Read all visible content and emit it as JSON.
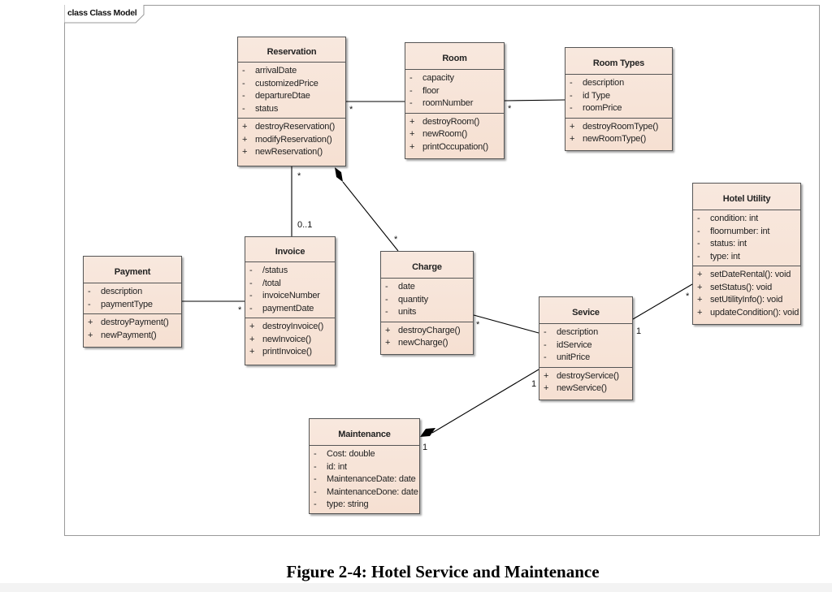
{
  "diagram": {
    "frame_label": "class Class Model",
    "caption": "Figure 2-4: Hotel Service and Maintenance",
    "classes": {
      "reservation": {
        "name": "Reservation",
        "attrs": [
          {
            "vis": "-",
            "text": "arrivalDate"
          },
          {
            "vis": "-",
            "text": "customizedPrice"
          },
          {
            "vis": "-",
            "text": "departureDtae"
          },
          {
            "vis": "-",
            "text": "status"
          }
        ],
        "ops": [
          {
            "vis": "+",
            "text": "destroyReservation()"
          },
          {
            "vis": "+",
            "text": "modifyReservation()"
          },
          {
            "vis": "+",
            "text": "newReservation()"
          }
        ]
      },
      "room": {
        "name": "Room",
        "attrs": [
          {
            "vis": "-",
            "text": "capacity"
          },
          {
            "vis": "-",
            "text": "floor"
          },
          {
            "vis": "-",
            "text": "roomNumber"
          }
        ],
        "ops": [
          {
            "vis": "+",
            "text": "destroyRoom()"
          },
          {
            "vis": "+",
            "text": "newRoom()"
          },
          {
            "vis": "+",
            "text": "printOccupation()"
          }
        ]
      },
      "room_types": {
        "name": "Room Types",
        "attrs": [
          {
            "vis": "-",
            "text": "description"
          },
          {
            "vis": "-",
            "text": "id Type"
          },
          {
            "vis": "-",
            "text": "roomPrice"
          }
        ],
        "ops": [
          {
            "vis": "+",
            "text": "destroyRoomType()"
          },
          {
            "vis": "+",
            "text": "newRoomType()"
          }
        ]
      },
      "hotel_utility": {
        "name": "Hotel Utility",
        "attrs": [
          {
            "vis": "-",
            "text": "condition: int"
          },
          {
            "vis": "-",
            "text": "floornumber: int"
          },
          {
            "vis": "-",
            "text": "status: int"
          },
          {
            "vis": "-",
            "text": "type: int"
          }
        ],
        "ops": [
          {
            "vis": "+",
            "text": "setDateRental(): void"
          },
          {
            "vis": "+",
            "text": "setStatus(): void"
          },
          {
            "vis": "+",
            "text": "setUtilityInfo(): void"
          },
          {
            "vis": "+",
            "text": "updateCondition(): void"
          }
        ]
      },
      "payment": {
        "name": "Payment",
        "attrs": [
          {
            "vis": "-",
            "text": "description"
          },
          {
            "vis": "-",
            "text": "paymentType"
          }
        ],
        "ops": [
          {
            "vis": "+",
            "text": "destroyPayment()"
          },
          {
            "vis": "+",
            "text": "newPayment()"
          }
        ]
      },
      "invoice": {
        "name": "Invoice",
        "attrs": [
          {
            "vis": "-",
            "text": "/status"
          },
          {
            "vis": "-",
            "text": "/total"
          },
          {
            "vis": "-",
            "text": "invoiceNumber"
          },
          {
            "vis": "-",
            "text": "paymentDate"
          }
        ],
        "ops": [
          {
            "vis": "+",
            "text": "destroyInvoice()"
          },
          {
            "vis": "+",
            "text": "newInvoice()"
          },
          {
            "vis": "+",
            "text": "printInvoice()"
          }
        ]
      },
      "charge": {
        "name": "Charge",
        "attrs": [
          {
            "vis": "-",
            "text": "date"
          },
          {
            "vis": "-",
            "text": "quantity"
          },
          {
            "vis": "-",
            "text": "units"
          }
        ],
        "ops": [
          {
            "vis": "+",
            "text": "destroyCharge()"
          },
          {
            "vis": "+",
            "text": "newCharge()"
          }
        ]
      },
      "sevice": {
        "name": "Sevice",
        "attrs": [
          {
            "vis": "-",
            "text": "description"
          },
          {
            "vis": "-",
            "text": "idService"
          },
          {
            "vis": "-",
            "text": "unitPrice"
          }
        ],
        "ops": [
          {
            "vis": "+",
            "text": "destroyService()"
          },
          {
            "vis": "+",
            "text": "newService()"
          }
        ]
      },
      "maintenance": {
        "name": "Maintenance",
        "attrs": [
          {
            "vis": "-",
            "text": "Cost: double"
          },
          {
            "vis": "-",
            "text": "id: int"
          },
          {
            "vis": "-",
            "text": "MaintenanceDate: date"
          },
          {
            "vis": "-",
            "text": "MaintenanceDone: date"
          },
          {
            "vis": "-",
            "text": "type: string"
          }
        ],
        "ops": []
      }
    },
    "multiplicities": {
      "reservation_room": "*",
      "room_roomtypes": "*",
      "reservation_invoice_res": "*",
      "reservation_invoice_inv": "0..1",
      "reservation_charge": "*",
      "payment_invoice": "*",
      "charge_sevice_charge": "*",
      "sevice_hotelutility_sev": "1",
      "sevice_hotelutility_hu": "*",
      "sevice_maintenance_sev": "1",
      "sevice_maintenance_maint": "1"
    },
    "colors": {
      "class_fill": "#f6e0d2",
      "class_border": "#555555",
      "line": "#000000"
    }
  }
}
